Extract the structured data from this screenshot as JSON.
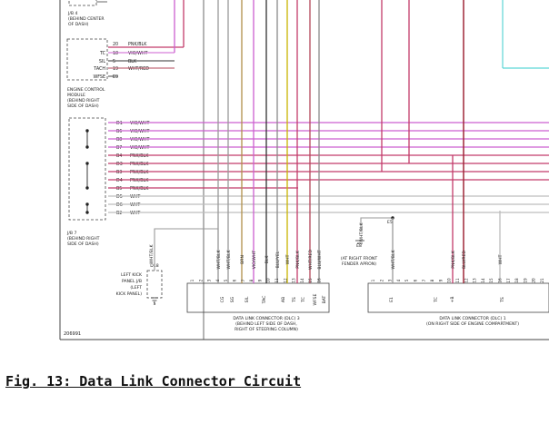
{
  "figure_id": "206991",
  "caption": "Fig. 13: Data Link Connector Circuit",
  "colors": {
    "outline": "#444444",
    "pnk_blk": "#c23b6a",
    "vio_wht": "#cc5fd0",
    "wht_red": "#b3475a",
    "blk": "#333333",
    "wht": "#bdbdbd",
    "brn": "#b0904a",
    "blu_yel": "#8a8a8a",
    "blu_red": "#a02a3a",
    "gray": "#999999",
    "yellow": "#c8b400",
    "cyan": "#5cd6d6"
  },
  "jb4": {
    "lines": [
      "J/B 4",
      "(BEHIND CENTER",
      "OF DASH)"
    ]
  },
  "ecm": {
    "pins": [
      {
        "name": "TC",
        "num": "18",
        "wire": "VIO/WHT"
      },
      {
        "name": "SIL",
        "num": "5",
        "wire": "BLK"
      },
      {
        "name": "TACH",
        "num": "19",
        "wire": "WHT/RED"
      },
      {
        "name": "WFSE",
        "num": "E9",
        "wire": ""
      }
    ],
    "top_pin": {
      "num": "20",
      "wire": "PNK/BLK"
    },
    "lines": [
      "ENGINE CONTROL",
      "MODULE",
      "(BEHIND RIGHT",
      "SIDE OF DASH)"
    ]
  },
  "jb7": {
    "pins": [
      {
        "num": "D1",
        "wire": "VIO/WHT"
      },
      {
        "num": "B6",
        "wire": "VIO/WHT"
      },
      {
        "num": "B8",
        "wire": "VIO/WHT"
      },
      {
        "num": "B7",
        "wire": "VIO/WHT"
      },
      {
        "num": "B4",
        "wire": "PNK/BLK"
      },
      {
        "num": "D3",
        "wire": "PNK/BLK"
      },
      {
        "num": "B3",
        "wire": "PNK/BLK"
      },
      {
        "num": "D4",
        "wire": "PNK/BLK"
      },
      {
        "num": "B5",
        "wire": "PNK/BLK"
      },
      {
        "num": "D5",
        "wire": "WHT"
      },
      {
        "num": "D6",
        "wire": "WHT"
      },
      {
        "num": "B2",
        "wire": "WHT"
      }
    ],
    "lines": [
      "J/B 7",
      "(BEHIND RIGHT",
      "SIDE OF DASH)"
    ]
  },
  "left_kick": {
    "lines": [
      "LEFT KICK",
      "PANEL J/B",
      "(LEFT",
      "KICK PANEL)"
    ],
    "pin_top": "D18",
    "pin_bottom": "5",
    "wire": "WHT/BLK"
  },
  "dlc3": {
    "wires": [
      "WHT/BLK",
      "WHT/BLK",
      "BRN",
      "VIO/WHT",
      "BLK",
      "BLU/YEL",
      "WHT",
      "PNK/BLK",
      "WHT/RED",
      "BLU/WHT"
    ],
    "pin_nums": [
      "1",
      "2",
      "3",
      "4",
      "5",
      "6",
      "7",
      "8",
      "9",
      "10",
      "11",
      "12",
      "13",
      "14",
      "15",
      "16"
    ],
    "terms": [
      "CG",
      "SG",
      "SIL",
      "TAC",
      "AB",
      "TS",
      "TC",
      "WFSE",
      "BAT"
    ],
    "lines": [
      "DATA LINK CONNECTOR (DLC) 3",
      "(BEHIND LEFT SIDE OF DASH,",
      "RIGHT OF STEERING COLUMN)"
    ]
  },
  "e8": {
    "ref": "E5",
    "label": "E8",
    "wire": "WHT/BLK",
    "lines": [
      "(AT RIGHT FRONT",
      "FENDER APRON)"
    ]
  },
  "dlc1": {
    "wires": [
      "WHT/BLK",
      "PNK/BLK",
      "BLU/RED",
      "WHT"
    ],
    "pin_nums": [
      "1",
      "2",
      "3",
      "4",
      "5",
      "6",
      "7",
      "8",
      "9",
      "10",
      "11",
      "12",
      "13",
      "14",
      "15",
      "16",
      "17",
      "18",
      "19",
      "20",
      "21"
    ],
    "terms": [
      "E1",
      "TC",
      "+B",
      "TS"
    ],
    "lines": [
      "DATA LINK CONNECTOR (DLC) 1",
      "(ON RIGHT SIDE OF ENGINE COMPARTMENT)"
    ]
  }
}
